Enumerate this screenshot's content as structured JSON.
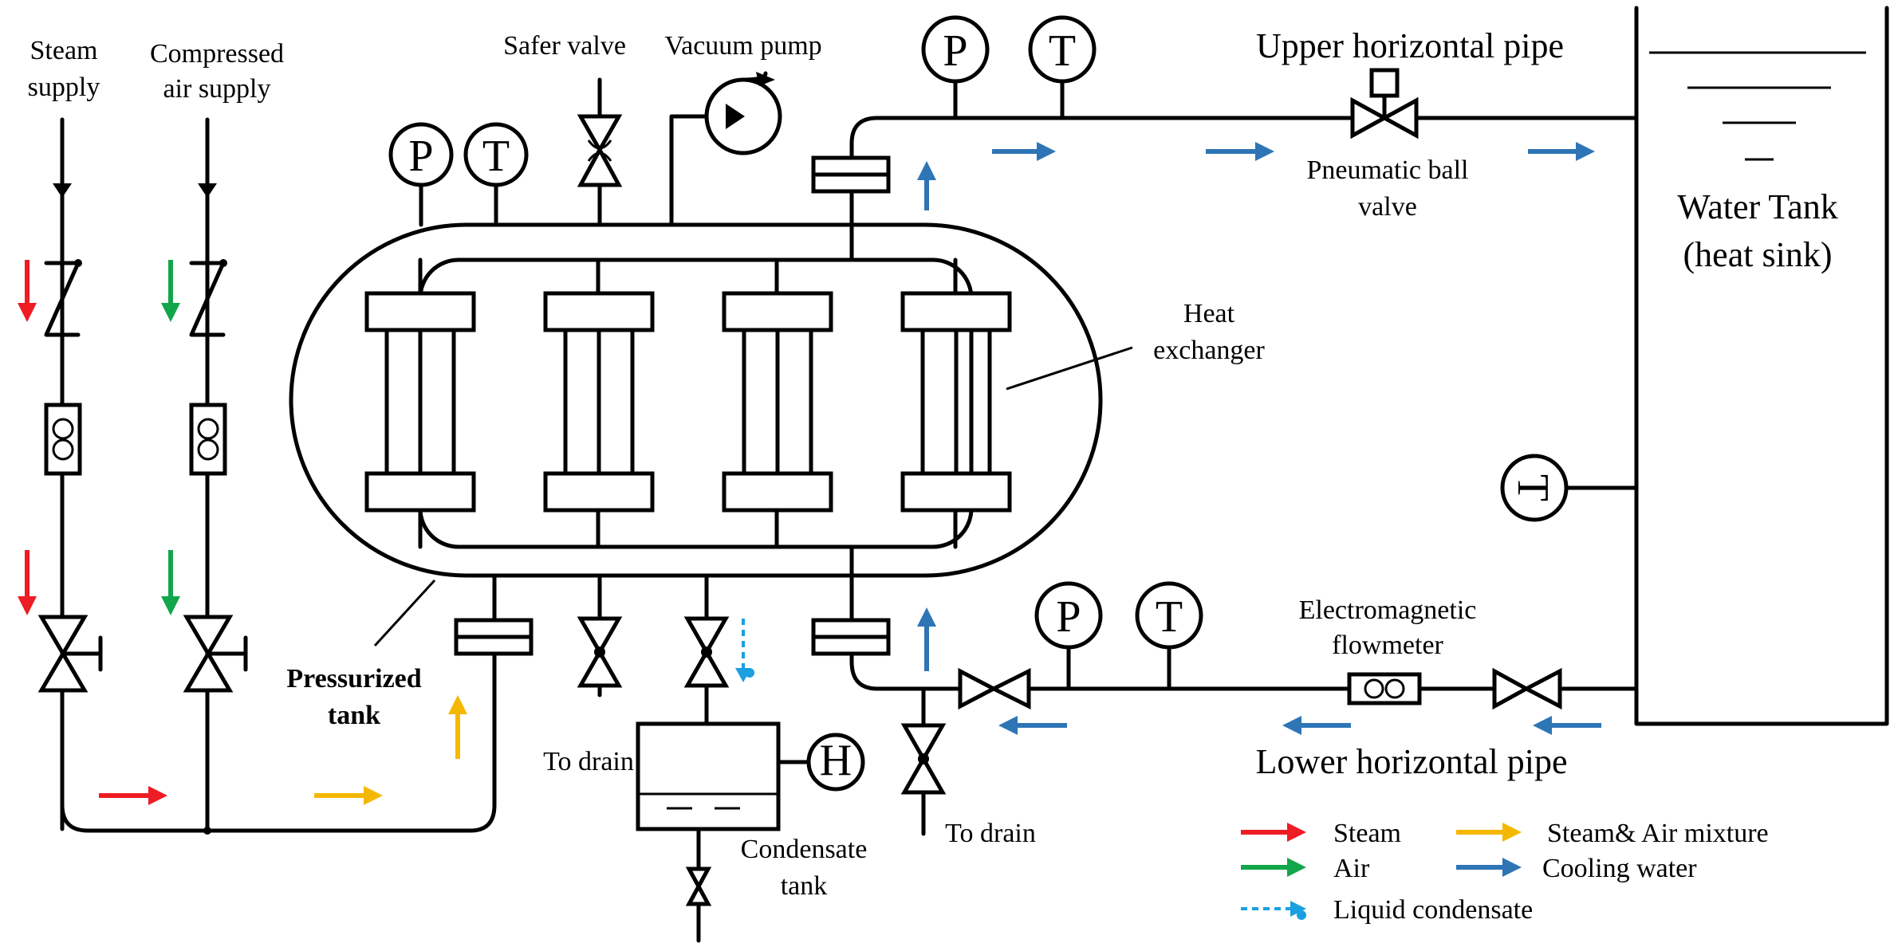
{
  "labels": {
    "steam_supply": [
      "Steam",
      "supply"
    ],
    "compressed_air_supply": [
      "Compressed",
      "air supply"
    ],
    "safer_valve": "Safer valve",
    "vacuum_pump": "Vacuum pump",
    "upper_pipe": "Upper horizontal pipe",
    "pneumatic_valve": [
      "Pneumatic ball",
      "valve"
    ],
    "water_tank": [
      "Water Tank",
      "(heat sink)"
    ],
    "heat_exchanger": [
      "Heat",
      "exchanger"
    ],
    "pressurized_tank": [
      "Pressurized",
      "tank"
    ],
    "to_drain_left": "To drain",
    "to_drain_right": "To drain",
    "condensate_tank": [
      "Condensate",
      "tank"
    ],
    "flowmeter": [
      "Electromagnetic",
      "flowmeter"
    ],
    "lower_pipe": "Lower horizontal pipe"
  },
  "gauges": {
    "pressure": "P",
    "temperature": "T",
    "level": "H",
    "tank_thermo": "T"
  },
  "colors": {
    "steam": "#ee1c24",
    "air": "#12a64a",
    "mixture": "#f5b800",
    "cooling": "#2e75b6",
    "condensate": "#1aa0e0",
    "line": "#000000"
  },
  "legend": [
    {
      "key": "steam",
      "label": "Steam",
      "style": "arrow"
    },
    {
      "key": "mixture",
      "label": "Steam& Air mixture",
      "style": "arrow"
    },
    {
      "key": "air",
      "label": "Air",
      "style": "arrow"
    },
    {
      "key": "cooling",
      "label": "Cooling water",
      "style": "arrow"
    },
    {
      "key": "condensate",
      "label": "Liquid condensate",
      "style": "dashed"
    }
  ]
}
